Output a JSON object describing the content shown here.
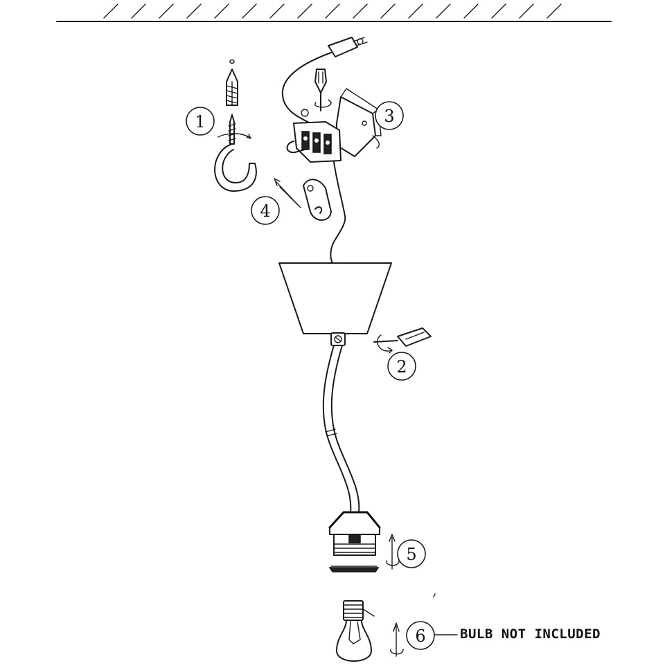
{
  "steps": [
    {
      "number": "1"
    },
    {
      "number": "2"
    },
    {
      "number": "3"
    },
    {
      "number": "4"
    },
    {
      "number": "5"
    },
    {
      "number": "6"
    }
  ],
  "note": {
    "text": "BULB NOT INCLUDED"
  }
}
